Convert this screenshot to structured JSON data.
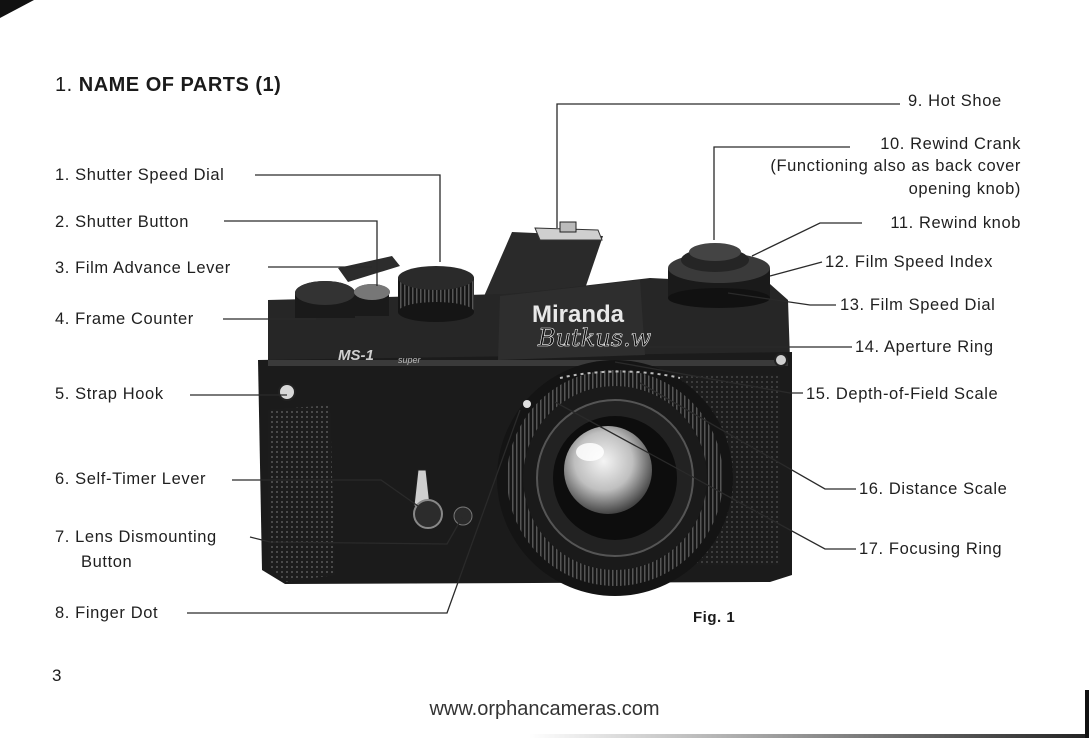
{
  "title": {
    "number": "1.",
    "text": "NAME OF PARTS (1)"
  },
  "parts_left": [
    {
      "label": "1. Shutter Speed Dial"
    },
    {
      "label": "2. Shutter Button"
    },
    {
      "label": "3. Film Advance Lever"
    },
    {
      "label": "4. Frame Counter"
    },
    {
      "label": "5. Strap Hook"
    },
    {
      "label": "6. Self-Timer Lever"
    },
    {
      "label": "7. Lens Dismounting",
      "label2": "Button"
    },
    {
      "label": "8. Finger Dot"
    }
  ],
  "parts_right": [
    {
      "label": "9. Hot Shoe"
    },
    {
      "label": "10. Rewind Crank",
      "label2": "(Functioning also as back cover",
      "label3": "opening knob)"
    },
    {
      "label": "11. Rewind knob"
    },
    {
      "label": "12. Film Speed Index"
    },
    {
      "label": "13. Film Speed Dial"
    },
    {
      "label": "14. Aperture Ring"
    },
    {
      "label": "15. Depth-of-Field Scale"
    },
    {
      "label": "16. Distance Scale"
    },
    {
      "label": "17. Focusing Ring"
    }
  ],
  "camera": {
    "brand": "Miranda",
    "model": "MS-1",
    "model_sub": "super",
    "handwriting": "Butkus.w"
  },
  "figure_caption": "Fig. 1",
  "page_number": "3",
  "website": "www.orphancameras.com"
}
